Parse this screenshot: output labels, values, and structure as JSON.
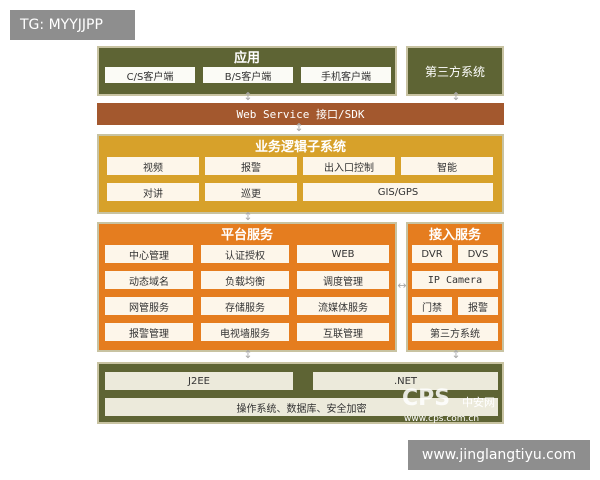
{
  "tag": "TG: MYYJJPP",
  "website": "www.jinglangtiyu.com",
  "diagram": {
    "app": {
      "title": "应用",
      "clients": [
        "C/S客户端",
        "B/S客户端",
        "手机客户端"
      ]
    },
    "third_party": "第三方系统",
    "webservice": "Web Service 接口/SDK",
    "business": {
      "title": "业务逻辑子系统",
      "row1": [
        "视频",
        "报警",
        "出入口控制",
        "智能"
      ],
      "row2": [
        "对讲",
        "巡更",
        "GIS/GPS"
      ]
    },
    "platform": {
      "title": "平台服务",
      "items": [
        "中心管理",
        "认证授权",
        "WEB",
        "动态域名",
        "负载均衡",
        "调度管理",
        "网管服务",
        "存储服务",
        "流媒体服务",
        "报警管理",
        "电视墙服务",
        "互联管理"
      ]
    },
    "access": {
      "title": "接入服务",
      "items": [
        "DVR",
        "DVS",
        "IP Camera",
        "门禁",
        "报警",
        "第三方系统"
      ]
    },
    "base": {
      "j2ee": "J2EE",
      "net": ".NET",
      "os": "操作系统、数据库、安全加密"
    }
  },
  "watermark": {
    "logo": "CPS",
    "cn": "中安网",
    "url": "www.cps.com.cn"
  }
}
